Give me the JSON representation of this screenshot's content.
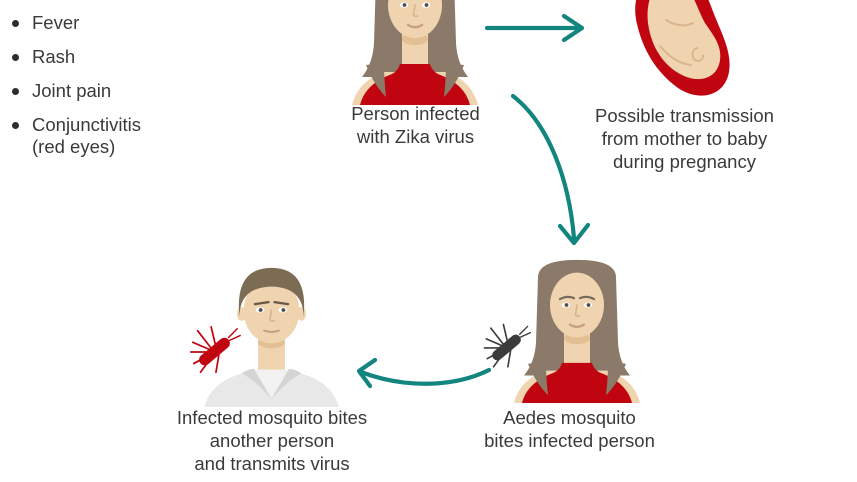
{
  "diagram": {
    "title_hint": "Zika virus transmission cycle (cropped infographic)",
    "symptoms": {
      "items": [
        "Fever",
        "Rash",
        "Joint pain",
        "Conjunctivitis\n(red eyes)"
      ]
    },
    "nodes": {
      "infected_person": {
        "label": "Person infected\nwith Zika virus"
      },
      "mother_to_baby": {
        "label": "Possible transmission\nfrom mother to baby\nduring pregnancy"
      },
      "aedes_bites": {
        "label": "Aedes mosquito\nbites infected person"
      },
      "bites_another": {
        "label": "Infected mosquito bites\nanother person\nand transmits virus"
      }
    },
    "icons": {
      "fetus": "fetus-in-womb-icon",
      "mosquito_dark": "aedes-mosquito-icon",
      "mosquito_red": "infected-mosquito-icon",
      "woman": "infected-woman-icon",
      "man": "man-icon"
    },
    "colors": {
      "arrow_teal": "#12857F",
      "zika_red": "#C00511",
      "skin": "#F0D4B0",
      "female_hair": "#8B7A69",
      "male_hair": "#7C6C54",
      "shirt_gray": "#E8E8E8",
      "collar_gray": "#D3D5D5",
      "mosquito_dark": "#3B3B3B",
      "text": "#3A3A3A",
      "background": "#FFFFFF"
    }
  }
}
